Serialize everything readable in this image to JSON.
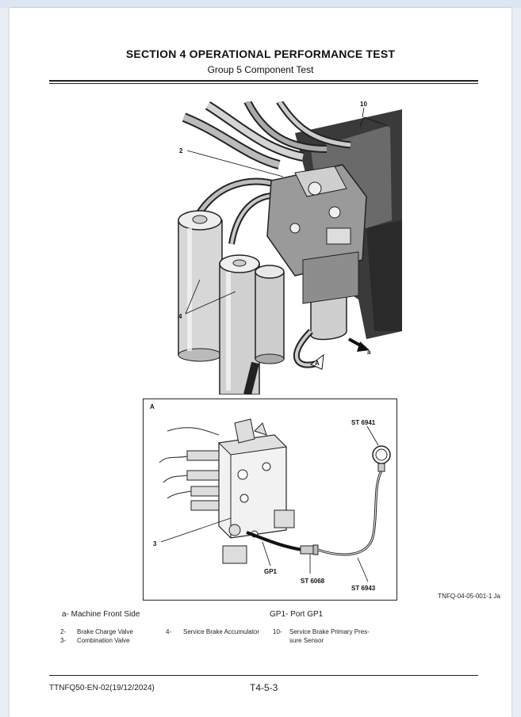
{
  "header": {
    "title": "SECTION 4 OPERATIONAL PERFORMANCE TEST",
    "subtitle": "Group 5 Component Test"
  },
  "figure_photo": {
    "callouts": [
      "10",
      "2",
      "4",
      "a",
      "A"
    ]
  },
  "figure_detail": {
    "panel_label": "A",
    "callouts": [
      "ST 6941",
      "3",
      "GP1",
      "ST 6068",
      "ST 6943"
    ]
  },
  "figure_id": "TNFQ-04-05-001-1 Ja",
  "legend": {
    "a": "a- Machine Front Side",
    "gp1": "GP1- Port GP1",
    "items": [
      {
        "num": "2-",
        "text": "Brake Charge Valve"
      },
      {
        "num": "3-",
        "text": "Combination Valve"
      },
      {
        "num": "4-",
        "text": "Service Brake Accumulator"
      },
      {
        "num": "10-",
        "text": "Service Brake Primary Pres-"
      },
      {
        "num": "",
        "text": "sure Sensor"
      }
    ]
  },
  "footer": {
    "doc_id": "TTNFQ50-EN-02(19/12/2024)",
    "page": "T4-5-3"
  }
}
